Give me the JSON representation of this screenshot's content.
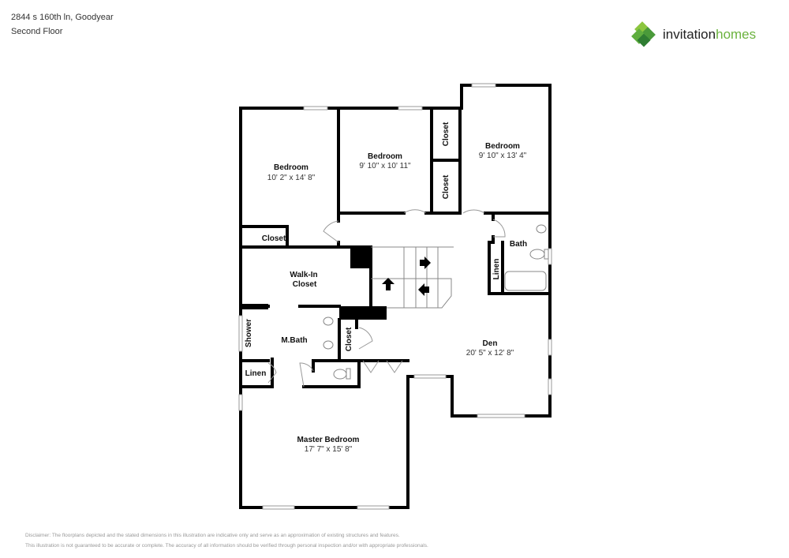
{
  "header": {
    "address": "2844 s 160th ln, Goodyear",
    "floor": "Second Floor"
  },
  "logo": {
    "part1": "invitation",
    "part2": "homes"
  },
  "rooms": {
    "bedroom1": {
      "name": "Bedroom",
      "dim": "10' 2\" x 14' 8\""
    },
    "bedroom2": {
      "name": "Bedroom",
      "dim": "9' 10\" x 10' 11\""
    },
    "bedroom3": {
      "name": "Bedroom",
      "dim": "9' 10\" x 13' 4\""
    },
    "closet1": "Closet",
    "closet2": "Closet",
    "closet3": "Closet",
    "closet4": "Closet",
    "walkin1": "Walk-In",
    "walkin2": "Closet",
    "bath": "Bath",
    "linen1": "Linen",
    "shower": "Shower",
    "mbath": "M.Bath",
    "linen2": "Linen",
    "den": {
      "name": "Den",
      "dim": "20' 5\" x 12' 8\""
    },
    "master": {
      "name": "Master Bedroom",
      "dim": "17' 7\" x 15' 8\""
    }
  },
  "disclaimer": {
    "line1": "Disclaimer: The floorplans depicted and the stated dimensions in this illustration are indicative only and serve as an approximation of existing structures and features.",
    "line2": "This illustration is not guaranteed to be accurate or complete. The accuracy of all information should be verified through personal inspection and/or with appropriate professionals."
  },
  "colors": {
    "wall": "#000000",
    "brand_green": "#6cb33f"
  }
}
